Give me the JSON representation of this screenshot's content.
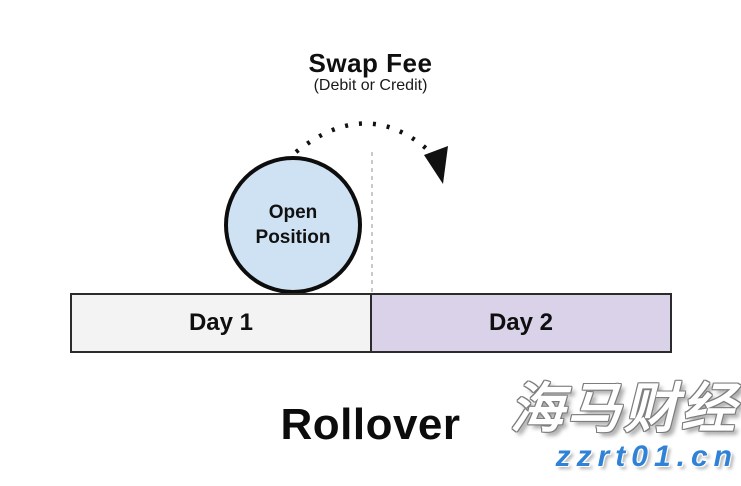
{
  "diagram": {
    "title": "Swap Fee",
    "subtitle": "(Debit or Credit)",
    "open_position": {
      "label": "Open Position",
      "fill_color": "#cfe2f3"
    },
    "timeline": {
      "segments": [
        {
          "label": "Day 1",
          "fill_color": "#f3f3f3"
        },
        {
          "label": "Day 2",
          "fill_color": "#d9d2e9"
        }
      ]
    },
    "caption": "Rollover",
    "icons": {
      "arrow": "dotted-arc-arrow"
    }
  },
  "watermark": {
    "brand_text": "海马财经",
    "site_text": "zzrt01.cn",
    "site_color": "#2f82d6"
  }
}
